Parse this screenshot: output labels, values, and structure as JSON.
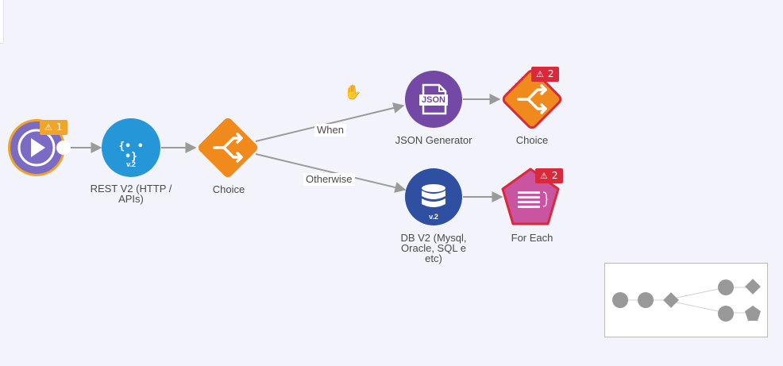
{
  "nodes": {
    "trigger": {
      "badge_count": "1",
      "badge_icon": "warning-icon"
    },
    "rest": {
      "icon_text": "{• • •}",
      "version": "v.2",
      "label": "REST V2 (HTTP / APIs)"
    },
    "choice1": {
      "label": "Choice"
    },
    "json": {
      "icon_text": "JSON",
      "label": "JSON Generator"
    },
    "choice2": {
      "label": "Choice",
      "badge_count": "2",
      "badge_icon": "warning-icon"
    },
    "db": {
      "version": "v.2",
      "label": "DB V2 (Mysql, Oracle, SQL e etc)"
    },
    "foreach": {
      "label": "For Each",
      "badge_count": "2",
      "badge_icon": "warning-icon"
    }
  },
  "edges": {
    "when_label": "When",
    "otherwise_label": "Otherwise"
  },
  "colors": {
    "trigger_purple": "#7b6bc4",
    "trigger_ring": "#f0a52a",
    "rest_blue": "#2596d8",
    "choice_orange": "#f08a1c",
    "json_purple": "#7449a6",
    "db_navy": "#2f4fa0",
    "foreach_pink": "#c9549f",
    "error_red": "#d9293a",
    "warn_orange": "#f0a52a",
    "edge_gray": "#9a9a9a"
  }
}
